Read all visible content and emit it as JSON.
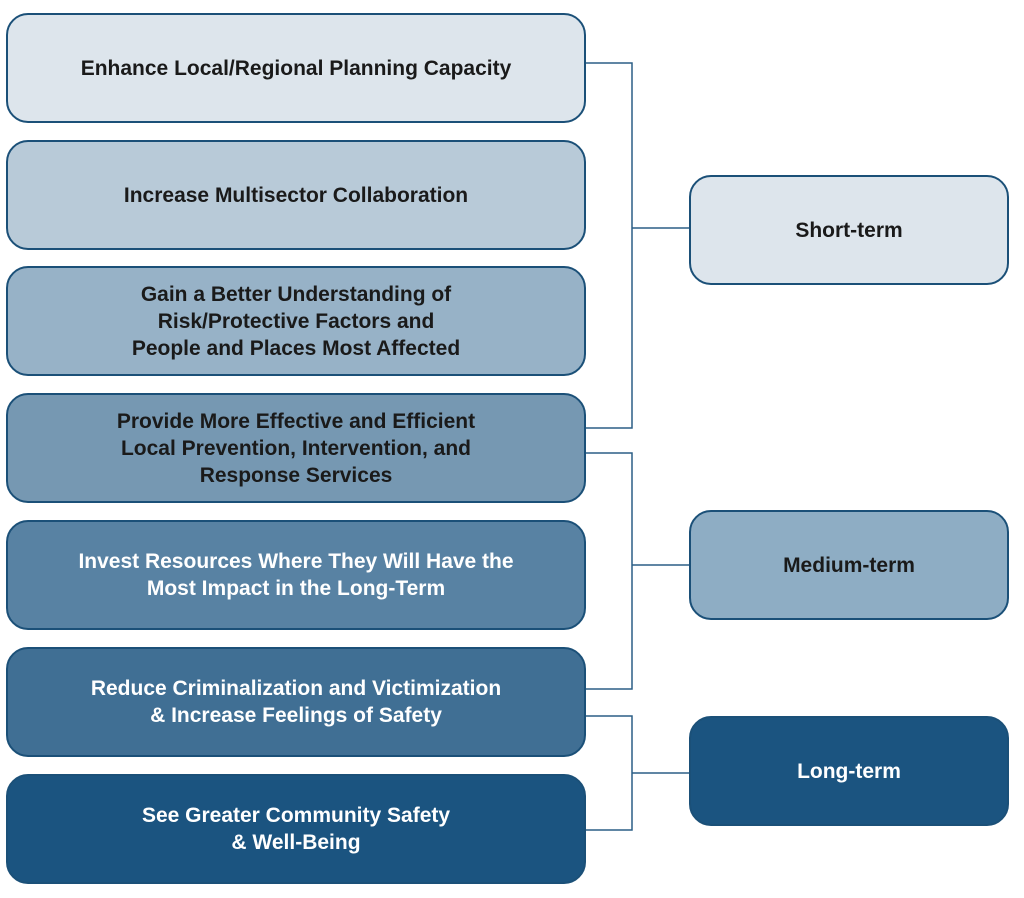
{
  "outcomes": [
    {
      "label": "Enhance Local/Regional Planning Capacity",
      "fill": "#dde5ec",
      "text_color": "#1a1a1a"
    },
    {
      "label": "Increase Multisector Collaboration",
      "fill": "#b8cad8",
      "text_color": "#1a1a1a"
    },
    {
      "label": "Gain a Better Understanding of\nRisk/Protective Factors and\nPeople and Places Most Affected",
      "fill": "#97b2c7",
      "text_color": "#1a1a1a"
    },
    {
      "label": "Provide More Effective and Efficient\nLocal Prevention, Intervention, and\nResponse Services",
      "fill": "#7698b2",
      "text_color": "#1a1a1a"
    },
    {
      "label": "Invest Resources Where They Will Have the\nMost Impact in the Long-Term",
      "fill": "#5882a3",
      "text_color": "#ffffff"
    },
    {
      "label": "Reduce Criminalization and Victimization\n& Increase Feelings of Safety",
      "fill": "#406f94",
      "text_color": "#ffffff"
    },
    {
      "label": "See Greater Community Safety\n& Well-Being",
      "fill": "#1b5480",
      "text_color": "#ffffff"
    }
  ],
  "terms": [
    {
      "label": "Short-term",
      "fill": "#dde5ec",
      "text_color": "#1a1a1a"
    },
    {
      "label": "Medium-term",
      "fill": "#8eadc4",
      "text_color": "#1a1a1a"
    },
    {
      "label": "Long-term",
      "fill": "#1b5480",
      "text_color": "#ffffff"
    }
  ],
  "colors": {
    "border": "#1b5078",
    "connector": "#2c5f86"
  }
}
